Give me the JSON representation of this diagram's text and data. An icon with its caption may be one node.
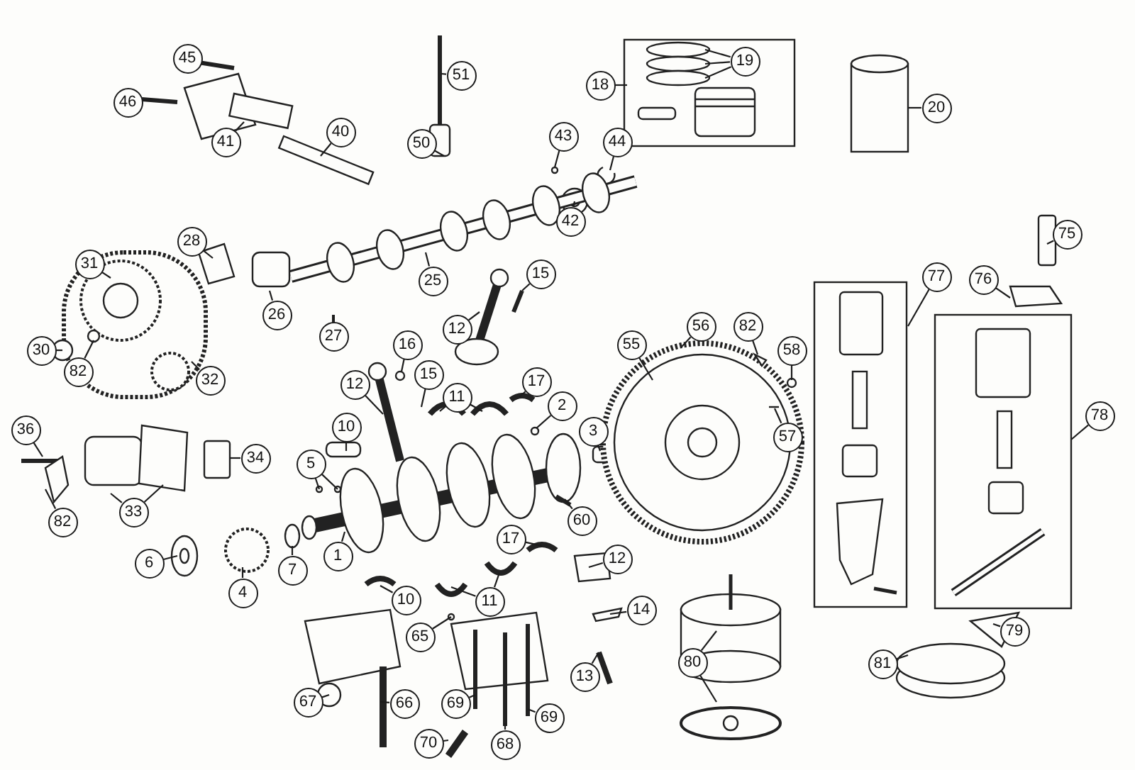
{
  "diagram": {
    "nodes": [
      {
        "text": [
          "45"
        ]
      },
      {
        "text": [
          "19"
        ]
      },
      {
        "text": [
          "51"
        ]
      },
      {
        "text": [
          "18"
        ]
      },
      {
        "text": [
          "46"
        ]
      },
      {
        "text": [
          "20"
        ]
      },
      {
        "text": [
          "40"
        ]
      },
      {
        "text": [
          "43"
        ]
      },
      {
        "text": [
          "41"
        ]
      },
      {
        "text": [
          "44"
        ]
      },
      {
        "text": [
          "50"
        ]
      },
      {
        "text": [
          "42"
        ]
      },
      {
        "text": [
          "75"
        ]
      },
      {
        "text": [
          "28"
        ]
      },
      {
        "text": [
          "31"
        ]
      },
      {
        "text": [
          "15"
        ]
      },
      {
        "text": [
          "77"
        ]
      },
      {
        "text": [
          "76"
        ]
      },
      {
        "text": [
          "25"
        ]
      },
      {
        "text": [
          "26"
        ]
      },
      {
        "text": [
          "56"
        ]
      },
      {
        "text": [
          "82"
        ]
      },
      {
        "text": [
          "12"
        ]
      },
      {
        "text": [
          "27"
        ]
      },
      {
        "text": [
          "16"
        ]
      },
      {
        "text": [
          "55"
        ]
      },
      {
        "text": [
          "30"
        ]
      },
      {
        "text": [
          "58"
        ]
      },
      {
        "text": [
          "82"
        ]
      },
      {
        "text": [
          "15"
        ]
      },
      {
        "text": [
          "12"
        ]
      },
      {
        "text": [
          "17"
        ]
      },
      {
        "text": [
          "32"
        ]
      },
      {
        "text": [
          "11"
        ]
      },
      {
        "text": [
          "2"
        ]
      },
      {
        "text": [
          "78"
        ]
      },
      {
        "text": [
          "10"
        ]
      },
      {
        "text": [
          "3"
        ]
      },
      {
        "text": [
          "36"
        ]
      },
      {
        "text": [
          "57"
        ]
      },
      {
        "text": [
          "34"
        ]
      },
      {
        "text": [
          "5"
        ]
      },
      {
        "text": [
          "33"
        ]
      },
      {
        "text": [
          "82"
        ]
      },
      {
        "text": [
          "60"
        ]
      },
      {
        "text": [
          "17"
        ]
      },
      {
        "text": [
          "1"
        ]
      },
      {
        "text": [
          "12"
        ]
      },
      {
        "text": [
          "6"
        ]
      },
      {
        "text": [
          "7"
        ]
      },
      {
        "text": [
          "4"
        ]
      },
      {
        "text": [
          "10"
        ]
      },
      {
        "text": [
          "11"
        ]
      },
      {
        "text": [
          "14"
        ]
      },
      {
        "text": [
          "79"
        ]
      },
      {
        "text": [
          "65"
        ]
      },
      {
        "text": [
          "80"
        ]
      },
      {
        "text": [
          "81"
        ]
      },
      {
        "text": [
          "13"
        ]
      },
      {
        "text": [
          "67"
        ]
      },
      {
        "text": [
          "66"
        ]
      },
      {
        "text": [
          "69"
        ]
      },
      {
        "text": [
          "69"
        ]
      },
      {
        "text": [
          "70"
        ]
      },
      {
        "text": [
          "68"
        ]
      }
    ],
    "edges": [
      {
        "from": 0,
        "to": null,
        "arrow": "none"
      },
      {
        "from": 1,
        "to": null,
        "arrow": "none"
      },
      {
        "from": 1,
        "to": null,
        "arrow": "none"
      },
      {
        "from": 1,
        "to": null,
        "arrow": "none"
      },
      {
        "from": 2,
        "to": null,
        "arrow": "none"
      },
      {
        "from": 3,
        "to": null,
        "arrow": "none"
      },
      {
        "from": 4,
        "to": null,
        "arrow": "none"
      },
      {
        "from": 5,
        "to": null,
        "arrow": "none"
      },
      {
        "from": 6,
        "to": null,
        "arrow": "none"
      },
      {
        "from": 7,
        "to": null,
        "arrow": "none"
      },
      {
        "from": 8,
        "to": null,
        "arrow": "none"
      },
      {
        "from": 9,
        "to": null,
        "arrow": "none"
      },
      {
        "from": 10,
        "to": null,
        "arrow": "none"
      },
      {
        "from": 11,
        "to": null,
        "arrow": "none"
      },
      {
        "from": 12,
        "to": null,
        "arrow": "none"
      },
      {
        "from": 13,
        "to": null,
        "arrow": "none"
      },
      {
        "from": 14,
        "to": null,
        "arrow": "none"
      },
      {
        "from": 15,
        "to": null,
        "arrow": "none"
      },
      {
        "from": 16,
        "to": null,
        "arrow": "none"
      },
      {
        "from": 17,
        "to": null,
        "arrow": "none"
      },
      {
        "from": 18,
        "to": null,
        "arrow": "none"
      },
      {
        "from": 19,
        "to": null,
        "arrow": "none"
      },
      {
        "from": 20,
        "to": null,
        "arrow": "none"
      },
      {
        "from": 21,
        "to": null,
        "arrow": "none"
      },
      {
        "from": 22,
        "to": null,
        "arrow": "none"
      },
      {
        "from": 23,
        "to": null,
        "arrow": "none"
      },
      {
        "from": 24,
        "to": null,
        "arrow": "none"
      },
      {
        "from": 25,
        "to": null,
        "arrow": "none"
      },
      {
        "from": 26,
        "to": null,
        "arrow": "none"
      },
      {
        "from": 27,
        "to": null,
        "arrow": "none"
      },
      {
        "from": 28,
        "to": null,
        "arrow": "none"
      },
      {
        "from": 29,
        "to": null,
        "arrow": "none"
      },
      {
        "from": 30,
        "to": null,
        "arrow": "none"
      },
      {
        "from": 31,
        "to": null,
        "arrow": "none"
      },
      {
        "from": 32,
        "to": null,
        "arrow": "none"
      },
      {
        "from": 33,
        "to": null,
        "arrow": "none"
      },
      {
        "from": 33,
        "to": null,
        "arrow": "none"
      },
      {
        "from": 34,
        "to": null,
        "arrow": "none"
      },
      {
        "from": 35,
        "to": null,
        "arrow": "none"
      },
      {
        "from": 36,
        "to": null,
        "arrow": "none"
      },
      {
        "from": 37,
        "to": null,
        "arrow": "none"
      },
      {
        "from": 38,
        "to": null,
        "arrow": "none"
      },
      {
        "from": 39,
        "to": null,
        "arrow": "none"
      },
      {
        "from": 40,
        "to": null,
        "arrow": "none"
      },
      {
        "from": 41,
        "to": null,
        "arrow": "none"
      },
      {
        "from": 41,
        "to": null,
        "arrow": "none"
      },
      {
        "from": 42,
        "to": null,
        "arrow": "none"
      },
      {
        "from": 42,
        "to": null,
        "arrow": "none"
      },
      {
        "from": 43,
        "to": null,
        "arrow": "none"
      },
      {
        "from": 44,
        "to": null,
        "arrow": "none"
      },
      {
        "from": 45,
        "to": null,
        "arrow": "none"
      },
      {
        "from": 46,
        "to": null,
        "arrow": "none"
      },
      {
        "from": 47,
        "to": null,
        "arrow": "none"
      },
      {
        "from": 48,
        "to": null,
        "arrow": "none"
      },
      {
        "from": 49,
        "to": null,
        "arrow": "none"
      },
      {
        "from": 50,
        "to": null,
        "arrow": "none"
      },
      {
        "from": 51,
        "to": null,
        "arrow": "none"
      },
      {
        "from": 52,
        "to": null,
        "arrow": "none"
      },
      {
        "from": 52,
        "to": null,
        "arrow": "none"
      },
      {
        "from": 53,
        "to": null,
        "arrow": "none"
      },
      {
        "from": 54,
        "to": null,
        "arrow": "none"
      },
      {
        "from": 55,
        "to": null,
        "arrow": "none"
      },
      {
        "from": 56,
        "to": null,
        "arrow": "none"
      },
      {
        "from": 56,
        "to": null,
        "arrow": "none"
      },
      {
        "from": 57,
        "to": null,
        "arrow": "none"
      },
      {
        "from": 58,
        "to": null,
        "arrow": "none"
      },
      {
        "from": 59,
        "to": null,
        "arrow": "none"
      },
      {
        "from": 60,
        "to": null,
        "arrow": "none"
      },
      {
        "from": 61,
        "to": null,
        "arrow": "none"
      },
      {
        "from": 62,
        "to": null,
        "arrow": "none"
      },
      {
        "from": 63,
        "to": null,
        "arrow": "none"
      },
      {
        "from": 64,
        "to": null,
        "arrow": "none"
      }
    ]
  }
}
